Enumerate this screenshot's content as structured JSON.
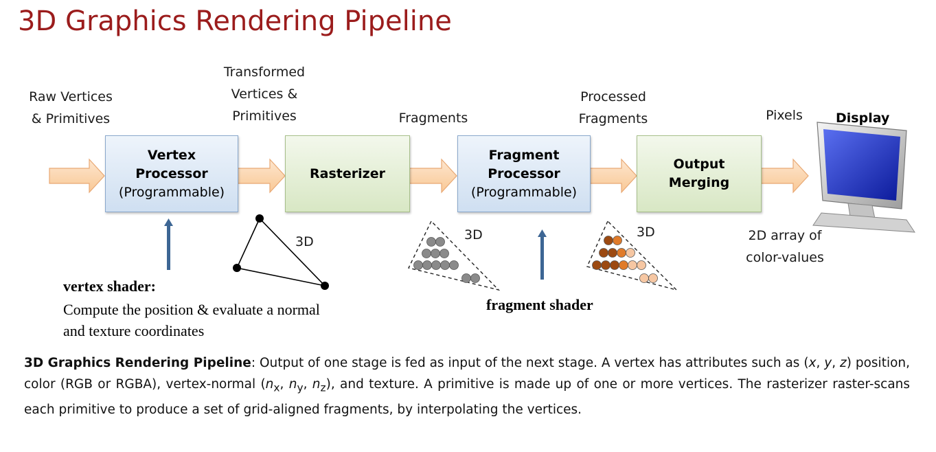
{
  "title": "3D Graphics Rendering Pipeline",
  "stage_labels": {
    "raw": [
      "Raw Vertices",
      "& Primitives"
    ],
    "transformed": [
      "Transformed",
      "Vertices &",
      "Primitives"
    ],
    "fragments": "Fragments",
    "processed": [
      "Processed",
      "Fragments"
    ],
    "pixels": "Pixels",
    "display": "Display"
  },
  "boxes": {
    "vertex": {
      "line1": "Vertex",
      "line2": "Processor",
      "line3": "(Programmable)"
    },
    "rasterizer": {
      "line1": "Rasterizer"
    },
    "fragment": {
      "line1": "Fragment",
      "line2": "Processor",
      "line3": "(Programmable)"
    },
    "output": {
      "line1": "Output",
      "line2": "Merging"
    }
  },
  "illustrations": {
    "triangle_label": "3D",
    "fragments_label": "3D",
    "colored_label": "3D",
    "output_label": [
      "2D array of",
      "color-values"
    ]
  },
  "vertex_shader": {
    "title": "vertex shader:",
    "desc1": "Compute the position & evaluate a normal",
    "desc2": "and texture coordinates"
  },
  "fragment_shader": {
    "title": "fragment shader"
  },
  "caption": {
    "bold": "3D Graphics Rendering Pipeline",
    "part1": ": Output of one stage is fed as input of the next stage. A vertex has attributes such as (",
    "x": "x",
    "sep1": ", ",
    "y": "y",
    "sep2": ", ",
    "z": "z",
    "part2": ") position, color (RGB or RGBA), vertex-normal (",
    "n1": "n",
    "s1": "x",
    "c1": ", ",
    "n2": "n",
    "s2": "y",
    "c2": ", ",
    "n3": "n",
    "s3": "z",
    "part3": "), and texture. A primitive is made up of one or more vertices. The rasterizer raster-scans each primitive to produce a set of grid-aligned fragments, by interpolating the vertices."
  },
  "colors": {
    "title": "#9b1c1c",
    "arrow_fill": "#fbd5b0",
    "arrow_stroke": "#e8a873",
    "shader_arrow": "#3d6694",
    "grey_fragment": "#8a8a8a",
    "brown_fragment": "#9c4a12",
    "orange_fragment": "#e07b2a",
    "light_fragment": "#f6c7a3"
  }
}
